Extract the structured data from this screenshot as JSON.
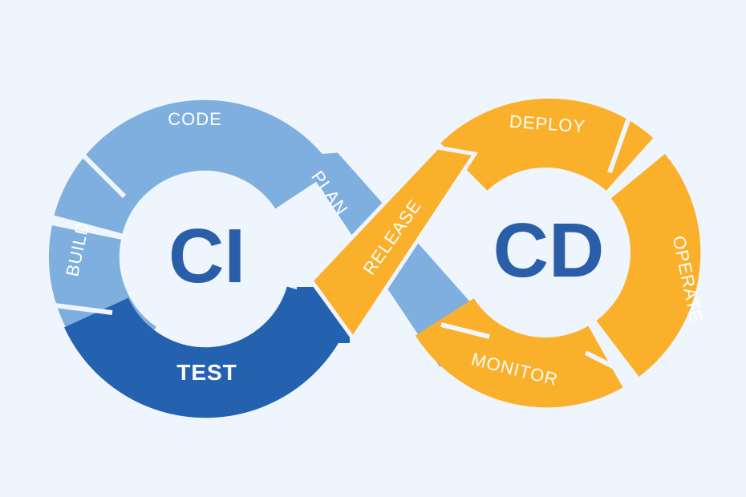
{
  "diagram": {
    "left_title": "CI",
    "right_title": "CD",
    "stages": {
      "code": "CODE",
      "build": "BUILD",
      "test": "TEST",
      "plan": "PLAN",
      "release": "RELEASE",
      "deploy": "DEPLOY",
      "operate": "OPERATE",
      "monitor": "MONITOR"
    },
    "colors": {
      "background": "#eef5fc",
      "light_blue": "#7fafdf",
      "dark_blue": "#2462b0",
      "orange": "#fbb02c",
      "title": "#2a5ea8"
    }
  }
}
